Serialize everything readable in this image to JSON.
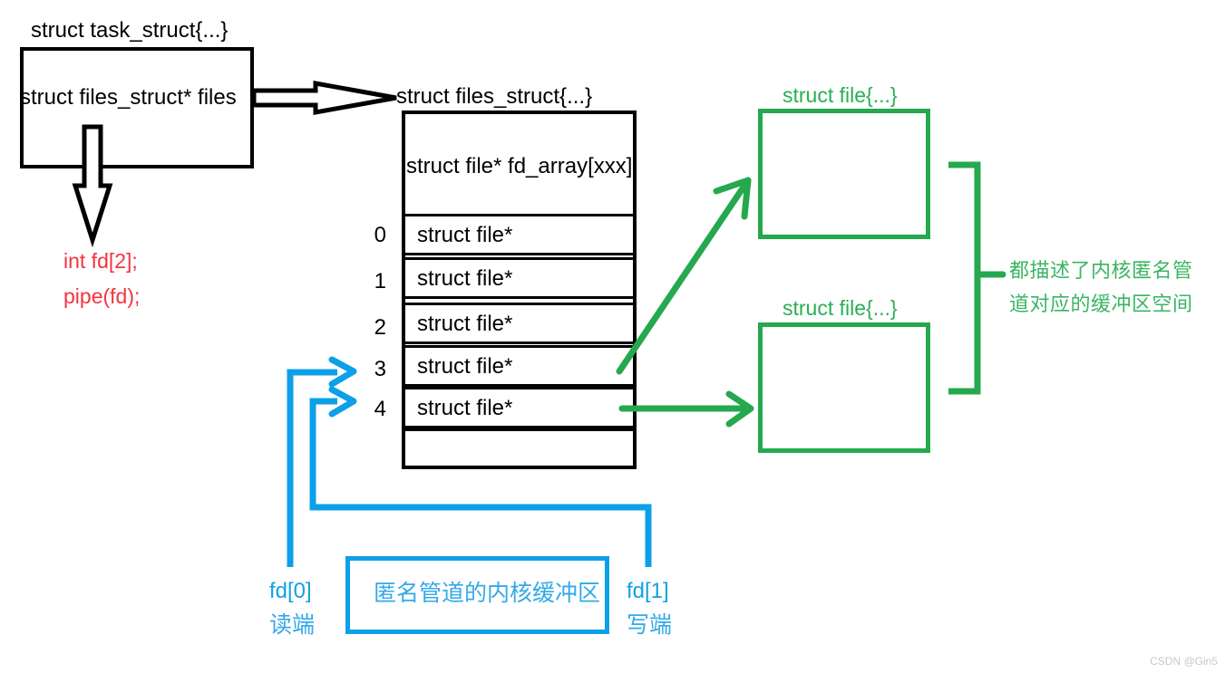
{
  "meta": {
    "watermark": "CSDN @Gin5",
    "colors": {
      "black": "#000000",
      "red": "#f5333f",
      "green": "#25a84e",
      "blue": "#0ca0e8",
      "background": "#ffffff"
    }
  },
  "task_struct": {
    "title": "struct  task_struct{...}",
    "member": "struct  files_struct*  files"
  },
  "pipe_code": {
    "line1": "int fd[2];",
    "line2": "pipe(fd);"
  },
  "files_struct": {
    "title": "struct  files_struct{...}",
    "array_field": "struct  file* fd_array[xxx]",
    "rows": [
      {
        "index": "0",
        "value": "struct  file*"
      },
      {
        "index": "1",
        "value": "struct  file*"
      },
      {
        "index": "2",
        "value": "struct  file*"
      },
      {
        "index": "3",
        "value": "struct  file*"
      },
      {
        "index": "4",
        "value": "struct  file*"
      },
      {
        "index": "",
        "value": ""
      }
    ]
  },
  "file_objects": [
    {
      "title": "struct  file{...}"
    },
    {
      "title": "struct  file{...}"
    }
  ],
  "green_note": {
    "line1": "都描述了内核匿名管",
    "line2": "道对应的缓冲区空间"
  },
  "pipe_buffer": {
    "label": "匿名管道的内核缓冲区"
  },
  "read_end": {
    "fd": "fd[0]",
    "name": "读端"
  },
  "write_end": {
    "fd": "fd[1]",
    "name": "写端"
  }
}
